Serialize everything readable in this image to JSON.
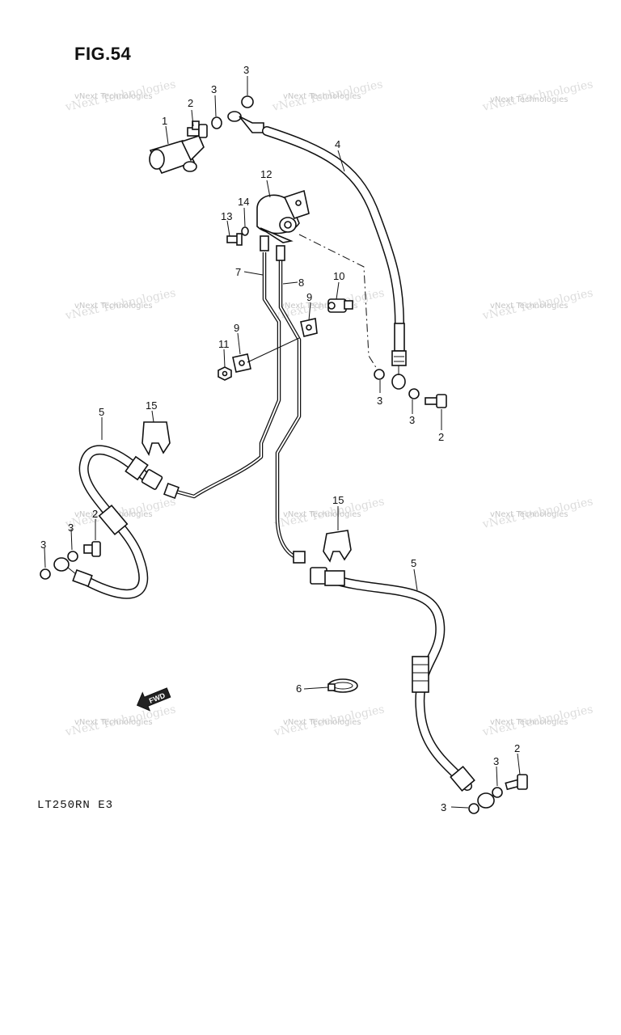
{
  "figure": {
    "title": "FIG.54",
    "model_code": "LT250RN E3"
  },
  "fwd_arrow": {
    "label": "FWD",
    "icon": "fwd-arrow-icon"
  },
  "watermark": {
    "text": "vNext Technologies"
  },
  "callouts": {
    "c1": "1",
    "c2a": "2",
    "c3a": "3",
    "c3b": "3",
    "c4": "4",
    "c12": "12",
    "c14": "14",
    "c13": "13",
    "c7": "7",
    "c8": "8",
    "c10": "10",
    "c9a": "9",
    "c9b": "9",
    "c11": "11",
    "c3c": "3",
    "c3d": "3",
    "c2b": "2",
    "c5a": "5",
    "c15a": "15",
    "c2c": "2",
    "c3e": "3",
    "c3f": "3",
    "c15b": "15",
    "c5b": "5",
    "c6": "6",
    "c3g": "3",
    "c2d": "2",
    "c3h": "3"
  }
}
